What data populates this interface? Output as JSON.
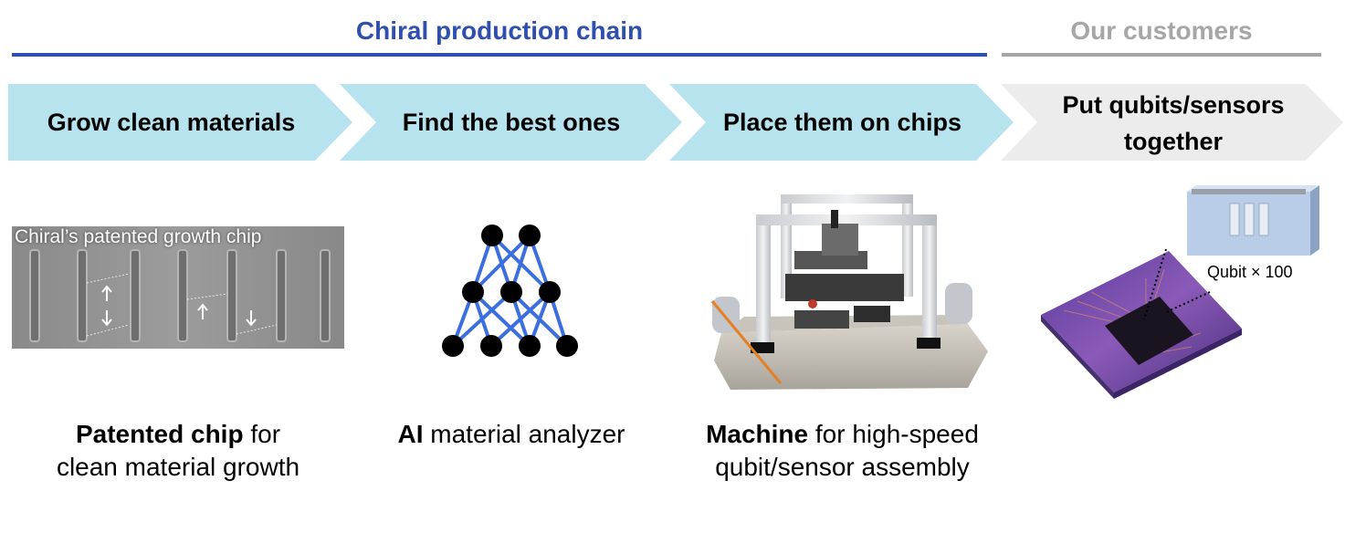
{
  "header": {
    "chain_title": "Chiral production chain",
    "customers_title": "Our customers"
  },
  "steps": [
    {
      "label": "Grow clean materials"
    },
    {
      "label": "Find the best ones"
    },
    {
      "label": "Place them on chips"
    },
    {
      "label_line1": "Put qubits/sensors",
      "label_line2": "together"
    }
  ],
  "images": {
    "growth_chip_title": "Chiral’s patented growth chip",
    "qubit_label": "Qubit × 100"
  },
  "captions": [
    {
      "bold": "Patented chip",
      "rest": " for",
      "line2": "clean material growth"
    },
    {
      "bold": "AI",
      "rest": " material analyzer"
    },
    {
      "bold": "Machine",
      "rest": " for high-speed",
      "line2": "qubit/sensor assembly"
    }
  ],
  "colors": {
    "chain_blue": "#2e4fae",
    "customer_gray": "#a6a6a6",
    "chevron_cyan": "#b7e3ef",
    "chevron_gray": "#ececec",
    "network_blue": "#3b6fe0"
  }
}
